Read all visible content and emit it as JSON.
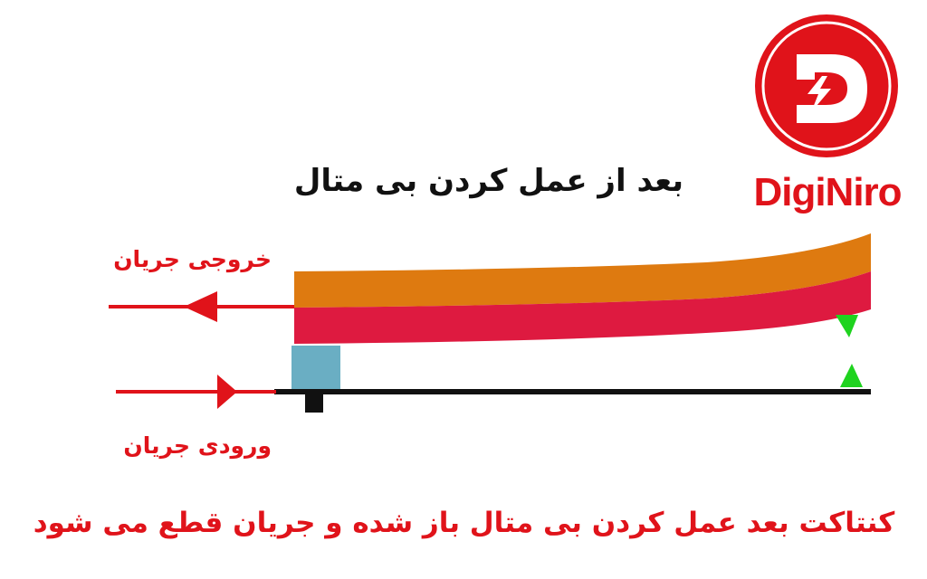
{
  "logo": {
    "brand_name": "DigiNiro",
    "icon": "lightning-d-logo-icon",
    "color": "#e0131a"
  },
  "title": "بعد از عمل کردن بی متال",
  "labels": {
    "output_current": "خروجی جریان",
    "input_current": "ورودی جریان"
  },
  "caption": "کنتاکت بعد عمل کردن بی متال باز شده و جریان  قطع می شود",
  "colors": {
    "upper_strip": "#de7a10",
    "lower_strip": "#de1a40",
    "contact_block": "#6aaec3",
    "pivot_marker": "#1fd31f",
    "arrow": "#e0131a",
    "base_line": "#111111"
  }
}
